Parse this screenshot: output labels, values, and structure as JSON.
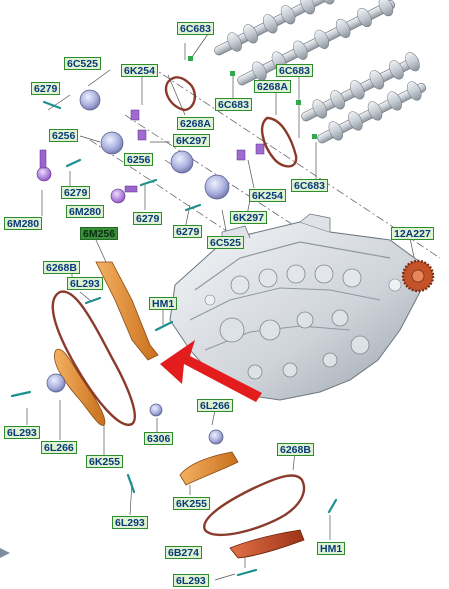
{
  "callouts": {
    "c6C683_top": "6C683",
    "c6C525_top": "6C525",
    "c6K254_top": "6K254",
    "c6279_a": "6279",
    "c6268A_a": "6268A",
    "c6C683_b": "6C683",
    "c6268A_b": "6268A",
    "c6C683_c": "6C683",
    "c6256_left": "6256",
    "c6K297_a": "6K297",
    "c6256_mid": "6256",
    "c6279_b": "6279",
    "c6M280_a": "6M280",
    "c6279_c": "6279",
    "c6K254_b": "6K254",
    "c6C683_d": "6C683",
    "c6M280_b": "6M280",
    "c6279_d": "6279",
    "c6K297_b": "6K297",
    "c6C525_b": "6C525",
    "c6M256": "6M256",
    "c12A227": "12A227",
    "c6268B_a": "6268B",
    "c6L293_a": "6L293",
    "cHM1_a": "HM1",
    "c6L293_b": "6L293",
    "c6L266_a": "6L266",
    "c6306": "6306",
    "c6K255_a": "6K255",
    "c6L266_b": "6L266",
    "c6268B_b": "6268B",
    "c6K255_b": "6K255",
    "c6L293_c": "6L293",
    "c6B274": "6B274",
    "cHM1_b": "HM1",
    "c6L293_d": "6L293"
  },
  "colors": {
    "callout_fill": "#dff3d2",
    "callout_border": "#2e8b2e",
    "callout_text": "#0a3a7a",
    "selected_fill": "#3c8f3c",
    "chain": "#8a3b2c",
    "guide_orange": "#d8822a",
    "tensioner_red": "#b9431f",
    "sprocket": "#c4532a",
    "arrow_red": "#e31d1d",
    "phaser_blue": "#8e93c9",
    "solenoid_purple": "#a06ad0",
    "bolt_teal": "#39b3b0",
    "engine_grey": "#c9cfd6"
  }
}
